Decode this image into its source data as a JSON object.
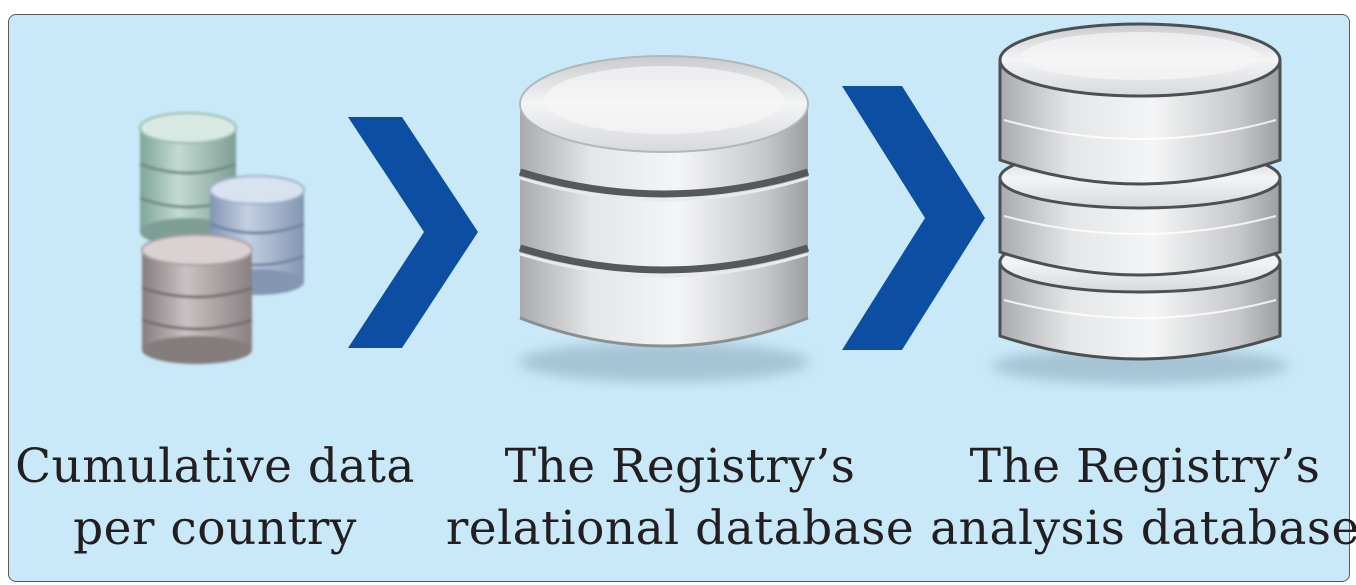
{
  "diagram": {
    "accent": "#0b4ea2",
    "background": "#c9e8f8",
    "icons": [
      "small-database-stack-icon",
      "chevron-arrow-icon",
      "relational-database-icon",
      "chevron-arrow-icon",
      "analysis-database-icon"
    ],
    "steps": [
      {
        "caption": "Cumulative data\nper country"
      },
      {
        "caption": "The Registry’s\nrelational database"
      },
      {
        "caption": "The Registry’s\nanalysis database"
      }
    ]
  }
}
